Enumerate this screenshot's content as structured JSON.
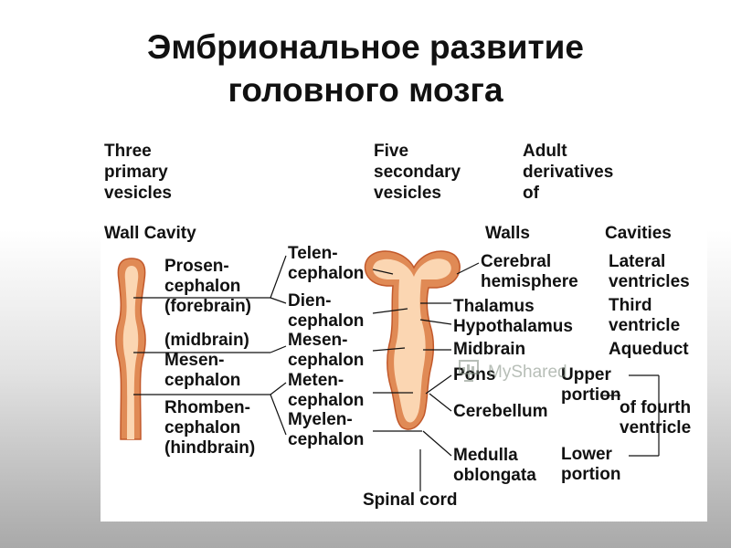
{
  "title": {
    "line1": "Эмбриональное развитие",
    "line2": "головного мозга"
  },
  "headers": {
    "primary": "Three\nprimary\nvesicles",
    "secondary": "Five\nsecondary\nvesicles",
    "adult": "Adult\nderivatives\nof",
    "wall_cavity": "Wall Cavity",
    "walls": "Walls",
    "cavities": "Cavities"
  },
  "primary_vesicles": {
    "prosencephalon": "Prosen-\ncephalon\n(forebrain)",
    "mesencephalon": "(midbrain)\nMesen-\ncephalon",
    "rhombencephalon": "Rhomben-\ncephalon\n(hindbrain)"
  },
  "secondary_vesicles": {
    "telencephalon": "Telen-\ncephalon",
    "diencephalon": "Dien-\ncephalon",
    "mesencephalon": "Mesen-\ncephalon",
    "metencephalon": "Meten-\ncephalon",
    "myelencephalon": "Myelen-\ncephalon"
  },
  "walls": {
    "cerebral_hemisphere": "Cerebral\nhemisphere",
    "thalamus": "Thalamus",
    "hypothalamus": "Hypothalamus",
    "midbrain": "Midbrain",
    "pons": "Pons",
    "cerebellum": "Cerebellum",
    "medulla_oblongata": "Medulla\noblongata",
    "spinal_cord": "Spinal cord"
  },
  "cavities": {
    "lateral_ventricles": "Lateral\nventricles",
    "third_ventricle": "Third\nventricle",
    "aqueduct": "Aqueduct",
    "upper_portion": "Upper\nportion",
    "of_fourth_ventricle": "of fourth\nventricle",
    "lower_portion": "Lower\nportion"
  },
  "watermark": {
    "text": "MyShared",
    "icon": "presentation-board-icon"
  },
  "colors": {
    "wall": "#e08a55",
    "wall_outline": "#c2592b",
    "cavity": "#fbd6b2",
    "line": "#111111"
  }
}
